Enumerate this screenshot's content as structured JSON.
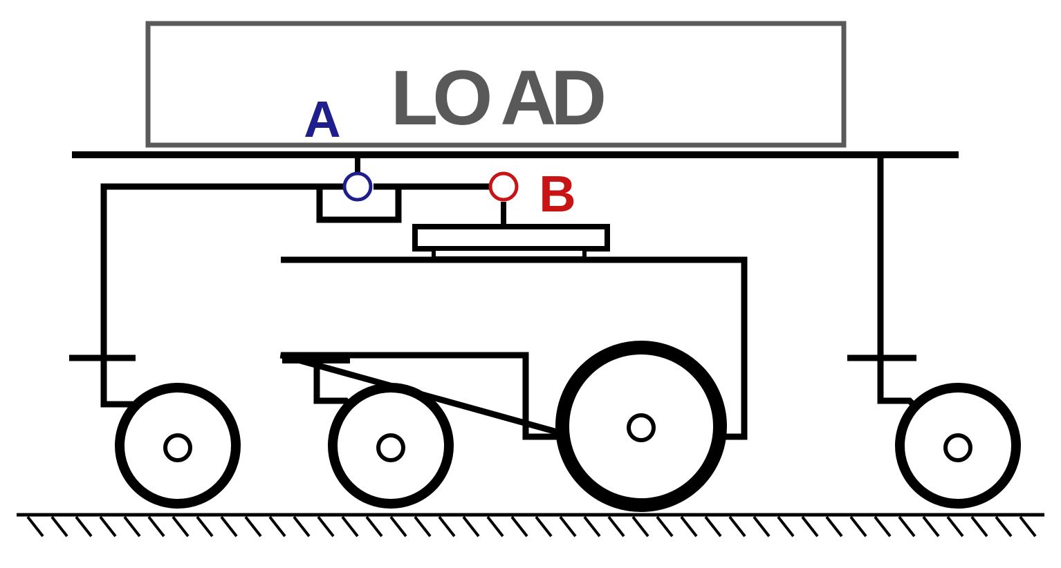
{
  "diagram": {
    "load_label": "LO AD",
    "point_a_label": "A",
    "point_b_label": "B",
    "colors": {
      "line": "#000000",
      "load_box": "#5a5a5a",
      "load_text": "#595959",
      "point_a": "#1e1e8c",
      "point_b": "#c81414",
      "background": "#ffffff"
    }
  }
}
